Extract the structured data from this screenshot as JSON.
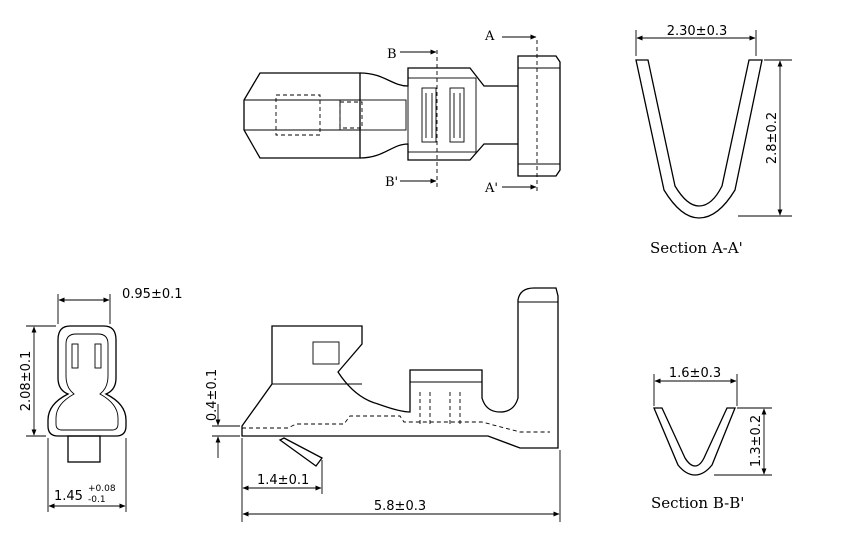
{
  "section_markers": {
    "a": "A",
    "a_prime": "A'",
    "b": "B",
    "b_prime": "B'"
  },
  "section_aa": {
    "title": "Section A-A'",
    "width": "2.30±0.3",
    "height": "2.8±0.2"
  },
  "section_bb": {
    "title": "Section B-B'",
    "width": "1.6±0.3",
    "height": "1.3±0.2"
  },
  "front_view": {
    "top_width": "0.95±0.1",
    "height": "2.08±0.1",
    "bottom_width_base": "1.45",
    "bottom_width_upper_tol": "+0.08",
    "bottom_width_lower_tol": "-0.1"
  },
  "side_view": {
    "thickness": "0.4±0.1",
    "tab_length": "1.4±0.1",
    "total_length": "5.8±0.3"
  }
}
